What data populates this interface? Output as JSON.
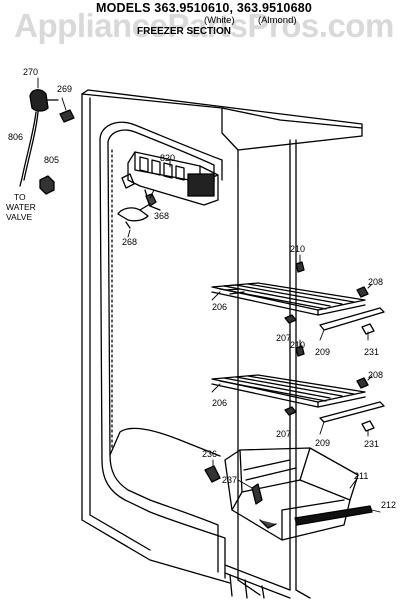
{
  "title": {
    "line1": "MODELS 363.9510610, 363.9510680",
    "white": "(White)",
    "almond": "(Almond)",
    "section": "FREEZER SECTION"
  },
  "watermark": "AppliancePartsPros.com",
  "callouts": {
    "p270": "270",
    "p269": "269",
    "p806": "806",
    "p805": "805",
    "to_water_valve": [
      "TO",
      "WATER",
      "VALVE"
    ],
    "p820": "820",
    "p368": "368",
    "p268": "268",
    "p210a": "210",
    "p208a": "208",
    "p206a": "206",
    "p207a": "207",
    "p209a": "209",
    "p210b": "210",
    "p231a": "231",
    "p208b": "208",
    "p206b": "206",
    "p207b": "207",
    "p209b": "209",
    "p231b": "231",
    "p236": "236",
    "p237": "237",
    "p211": "211",
    "p212": "212"
  }
}
